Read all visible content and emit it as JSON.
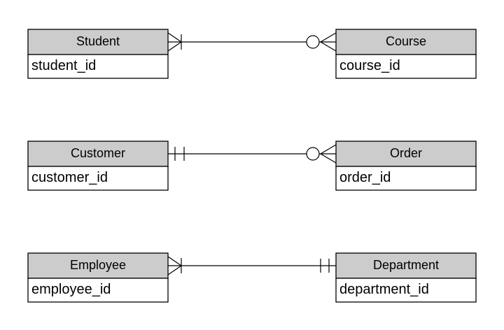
{
  "page": {
    "background": "#ffffff"
  },
  "diagram": {
    "type": "entity-relationship",
    "notation": "crow-foot",
    "colors": {
      "entity_header_fill": "#cccccc",
      "entity_body_fill": "#ffffff",
      "border": "#000000",
      "line": "#000000",
      "text": "#000000"
    },
    "entities": {
      "student": {
        "name": "Student",
        "attributes": [
          "student_id"
        ]
      },
      "course": {
        "name": "Course",
        "attributes": [
          "course_id"
        ]
      },
      "customer": {
        "name": "Customer",
        "attributes": [
          "customer_id"
        ]
      },
      "order": {
        "name": "Order",
        "attributes": [
          "order_id"
        ]
      },
      "employee": {
        "name": "Employee",
        "attributes": [
          "employee_id"
        ]
      },
      "department": {
        "name": "Department",
        "attributes": [
          "department_id"
        ]
      }
    },
    "relationships": [
      {
        "from": "Student",
        "to": "Course",
        "from_cardinality": "one-or-many",
        "to_cardinality": "zero-or-many"
      },
      {
        "from": "Customer",
        "to": "Order",
        "from_cardinality": "one-and-only-one",
        "to_cardinality": "zero-or-many"
      },
      {
        "from": "Employee",
        "to": "Department",
        "from_cardinality": "one-or-many",
        "to_cardinality": "one-and-only-one"
      }
    ]
  }
}
